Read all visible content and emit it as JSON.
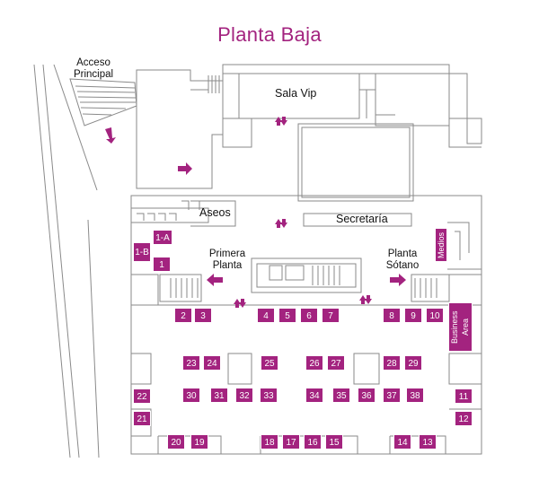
{
  "title": "Planta Baja",
  "labels": {
    "acceso": "Acceso Principal",
    "sala_vip": "Sala Vip",
    "aseos": "Aseos",
    "secretaria": "Secretaría",
    "primera_planta": "Primera Planta",
    "planta_sotano": "Planta Sótano",
    "medios": "Medios",
    "business_area": "Business Area"
  },
  "booths": {
    "b1A": "1-A",
    "b1B": "1-B",
    "b1": "1",
    "b2": "2",
    "b3": "3",
    "b4": "4",
    "b5": "5",
    "b6": "6",
    "b7": "7",
    "b8": "8",
    "b9": "9",
    "b10": "10",
    "b11": "11",
    "b12": "12",
    "b13": "13",
    "b14": "14",
    "b15": "15",
    "b16": "16",
    "b17": "17",
    "b18": "18",
    "b19": "19",
    "b20": "20",
    "b21": "21",
    "b22": "22",
    "b23": "23",
    "b24": "24",
    "b25": "25",
    "b26": "26",
    "b27": "27",
    "b28": "28",
    "b29": "29",
    "b30": "30",
    "b31": "31",
    "b32": "32",
    "b33": "33",
    "b34": "34",
    "b35": "35",
    "b36": "36",
    "b37": "37",
    "b38": "38"
  },
  "colors": {
    "accent": "#a3237f",
    "walls": "#8a8a8a"
  }
}
